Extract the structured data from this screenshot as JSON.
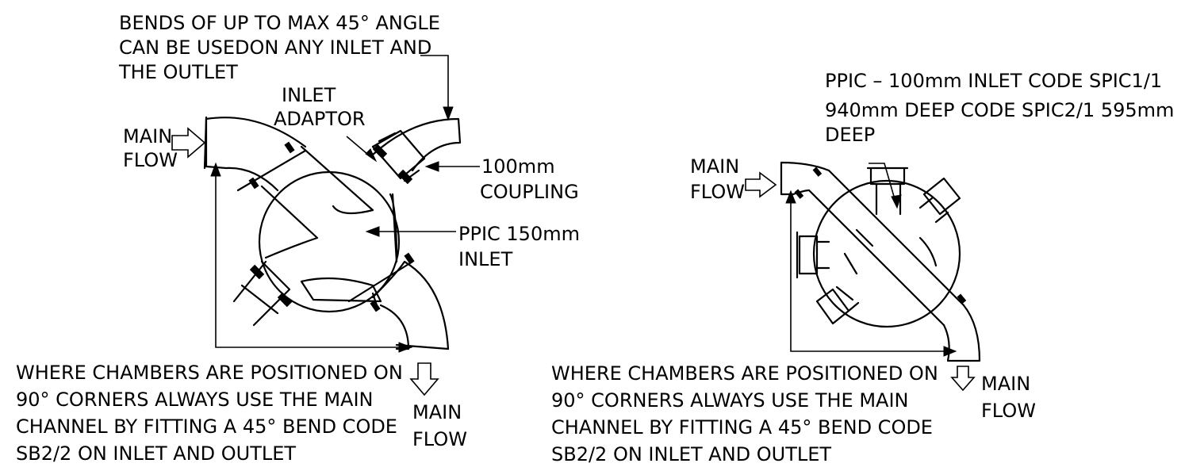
{
  "left_diagram": {
    "note_top": [
      "BENDS OF UP TO MAX 45° ANGLE",
      "CAN BE USEDON ANY INLET AND",
      "THE OUTLET"
    ],
    "main_flow_in": [
      "MAIN",
      "FLOW"
    ],
    "inlet_adaptor": [
      "INLET",
      "ADAPTOR"
    ],
    "coupling": [
      "100mm",
      "COUPLING"
    ],
    "ppic": [
      "PPIC 150mm",
      "INLET"
    ],
    "note_bottom": [
      "WHERE CHAMBERS ARE POSITIONED ON",
      "90° CORNERS ALWAYS USE THE MAIN",
      "CHANNEL BY FITTING A 45° BEND CODE",
      "SB2/2 ON INLET AND OUTLET"
    ],
    "main_flow_out": [
      "MAIN",
      "FLOW"
    ]
  },
  "right_diagram": {
    "ppic_note": [
      "PPIC – 100mm INLET CODE SPIC1/1",
      "940mm DEEP CODE SPIC2/1 595mm",
      "DEEP"
    ],
    "main_flow_in": [
      "MAIN",
      "FLOW"
    ],
    "note_bottom": [
      "WHERE CHAMBERS ARE POSITIONED ON",
      "90° CORNERS ALWAYS USE THE MAIN",
      "CHANNEL BY FITTING A 45° BEND CODE",
      "SB2/2 ON INLET AND OUTLET"
    ],
    "main_flow_out": [
      "MAIN",
      "FLOW"
    ]
  }
}
